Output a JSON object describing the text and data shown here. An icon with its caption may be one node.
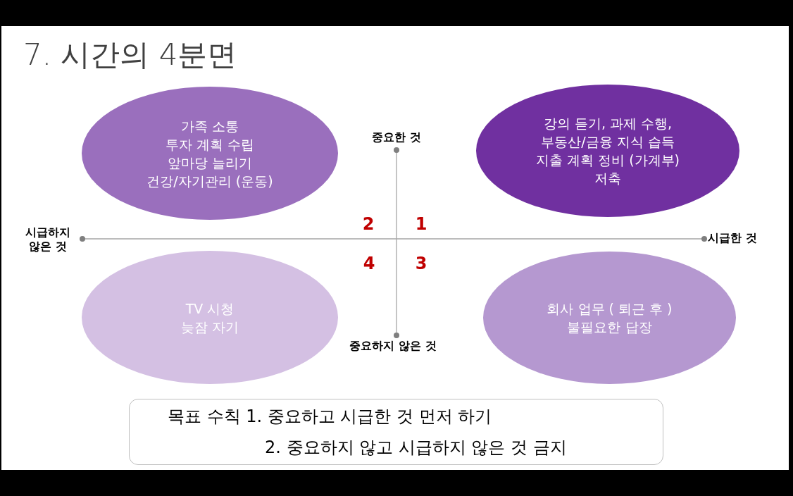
{
  "diagram": {
    "title": "7. 시간의 4분면",
    "nodes": [
      {
        "text": [
          "가족 소통",
          "투자 계획 수립",
          "앞마당 늘리기",
          "건강/자기관리 (운동)"
        ]
      },
      {
        "text": [
          "강의 듣기, 과제 수행,",
          "부동산/금융 지식 습득",
          "지출 계획 정비 (가계부)",
          "저축"
        ]
      },
      {
        "text": [
          "TV 시청",
          "늦잠 자기"
        ]
      },
      {
        "text": [
          "회사 업무 ( 퇴근 후 )",
          "불필요한 답장"
        ]
      },
      {
        "text": [
          "목표 수칙 1. 중요하고 시급한 것 먼저 하기",
          "2. 중요하지 않고 시급하지 않은 것 금지"
        ]
      }
    ],
    "labels": [
      "중요한 것",
      "2",
      "1",
      "시급하지 않은 것",
      "시급한 것",
      "4",
      "3",
      "중요하지 않은 것"
    ]
  }
}
